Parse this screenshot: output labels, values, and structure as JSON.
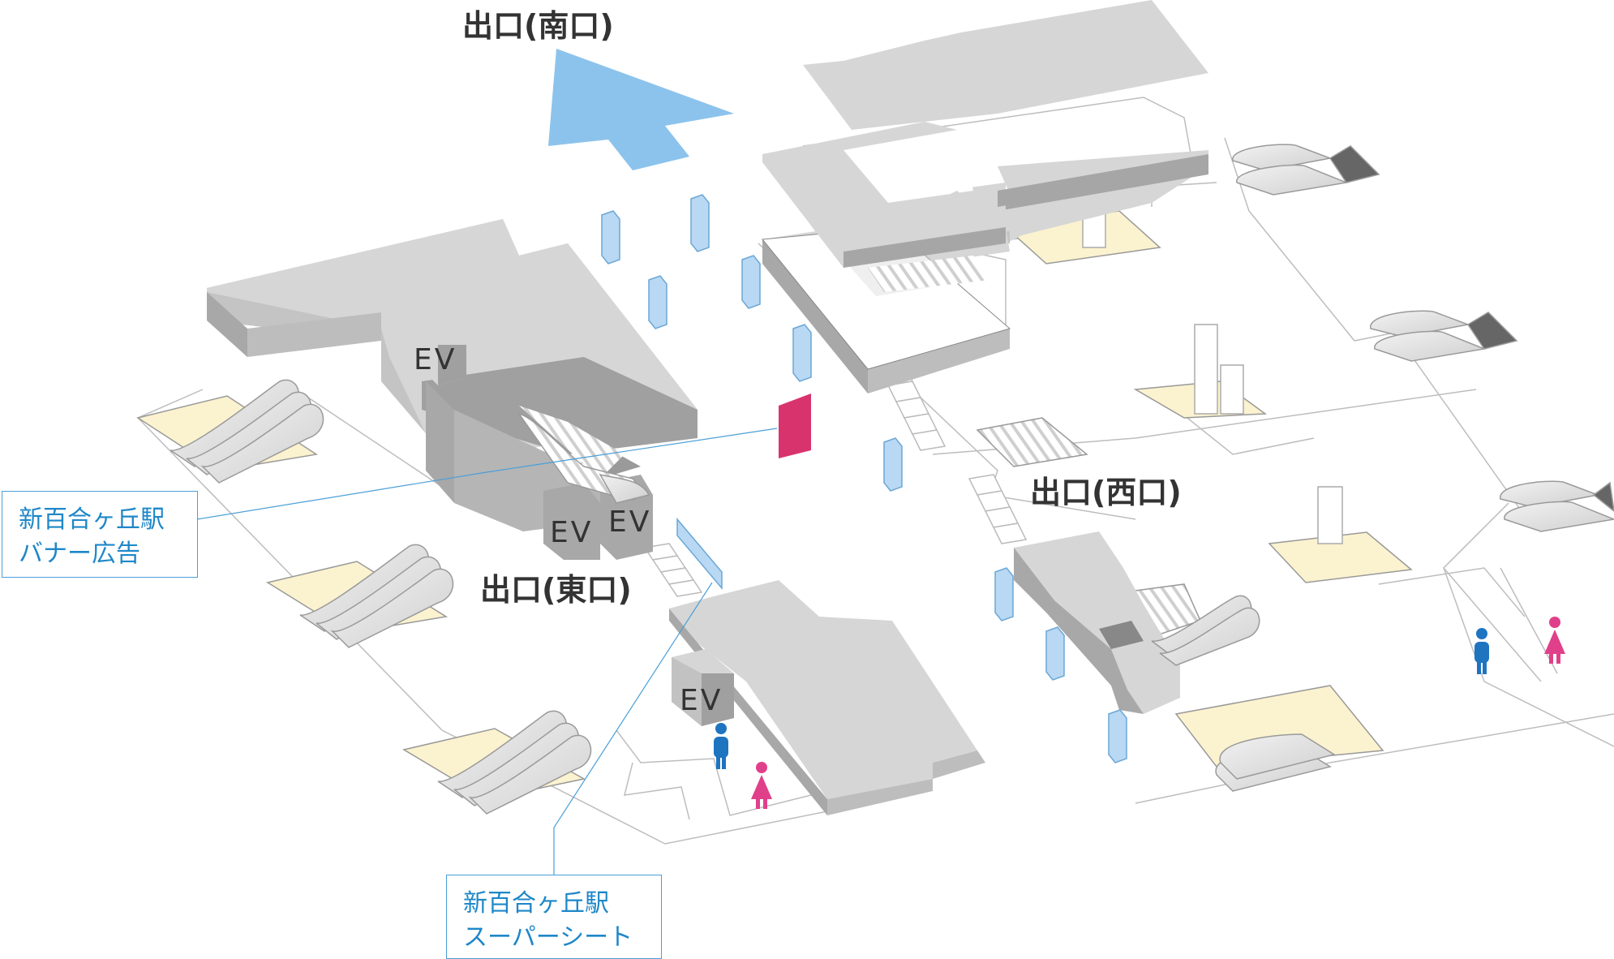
{
  "exits": {
    "south": "出口(南口)",
    "west": "出口(西口)",
    "east": "出口(東口)"
  },
  "elevator_label": "EV",
  "callouts": {
    "banner": {
      "line1": "新百合ヶ丘駅",
      "line2": "バナー広告"
    },
    "supersheet": {
      "line1": "新百合ヶ丘駅",
      "line2": "スーパーシート"
    }
  },
  "colors": {
    "arrow": "#8cc3ec",
    "pillar": "#b9d8f3",
    "banner_ad": "#d9336e",
    "callout_text": "#1e87c8",
    "male": "#1f74c0",
    "female": "#e0408a",
    "floor_yellow": "#fbf2cf",
    "building_top": "#d6d6d6"
  }
}
